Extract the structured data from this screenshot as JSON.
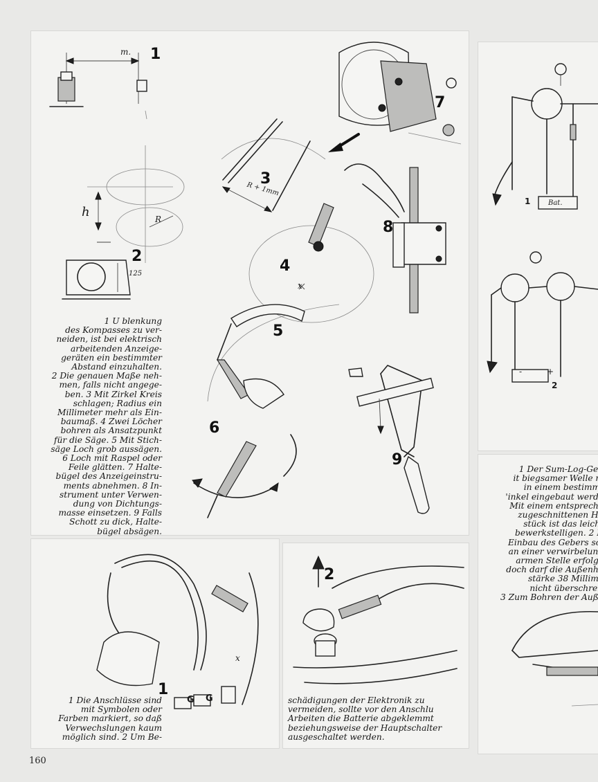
{
  "figure_numbers": {
    "top_left": [
      "1",
      "2"
    ],
    "main": [
      "3",
      "4",
      "5",
      "6",
      "7",
      "8",
      "9"
    ],
    "bottom": [
      "1",
      "2"
    ]
  },
  "drawing_labels": {
    "dim_m": "m.",
    "h": "h",
    "r": "R",
    "n125": "125",
    "r_plus": "R + 1mm",
    "x_mark": "x",
    "bat": "Bat.",
    "circuit_1": "1",
    "circuit_2": "2",
    "plus_sign": "+",
    "minus_sign": "-",
    "g1": "G",
    "g2": "G",
    "x_bottom": "x"
  },
  "captions": {
    "main": "1 U           blenkung\ndes Kompasses zu ver-\nneiden, ist bei elektrisch\narbeitenden Anzeige-\ngeräten ein bestimmter\nAbstand einzuhalten.\n2 Die genauen Maße neh-\nmen, falls nicht angege-\nben. 3 Mit Zirkel Kreis\nschlagen; Radius ein\nMillimeter mehr als Ein-\nbaumaß. 4 Zwei Löcher\nbohren als Ansatzpunkt\nfür die Säge. 5 Mit Stich-\nsäge Loch grob aussägen.\n6 Loch mit Raspel oder\nFeile glätten. 7 Halte-\nbügel des Anzeigeinstru-\nments abnehmen. 8 In-\nstrument unter Verwen-\ndung von Dichtungs-\nmasse einsetzen. 9 Falls\nSchott zu dick, Halte-\nbügel absägen.",
    "right": "1 Der Sum-Log-Geb\nit biegsamer Welle m\nin einem bestimmt\n'inkel eingebaut werde\nMit einem entspreche\nzugeschnittenen Ho\nstück ist das leicht\nbewerkstelligen. 2 D\nEinbau des Gebers sol\nan einer verwirbelung\narmen Stelle erfolge\ndoch darf die Außenha\nstärke 38 Millime\nnicht überschreit\n3 Zum Bohren der Auße",
    "bottom_left": "1 Die Anschlüsse sind\nmit Symbolen oder\nFarben markiert, so daß\nVerwechslungen kaum\nmöglich sind. 2 Um Be-",
    "bottom_right": "schädigungen der Elektronik zu\nvermeiden, sollte vor den Anschlu\nArbeiten die Batterie abgeklemmt\nbeziehungsweise der Hauptschalter\nausgeschaltet werden."
  },
  "page_number": "160"
}
